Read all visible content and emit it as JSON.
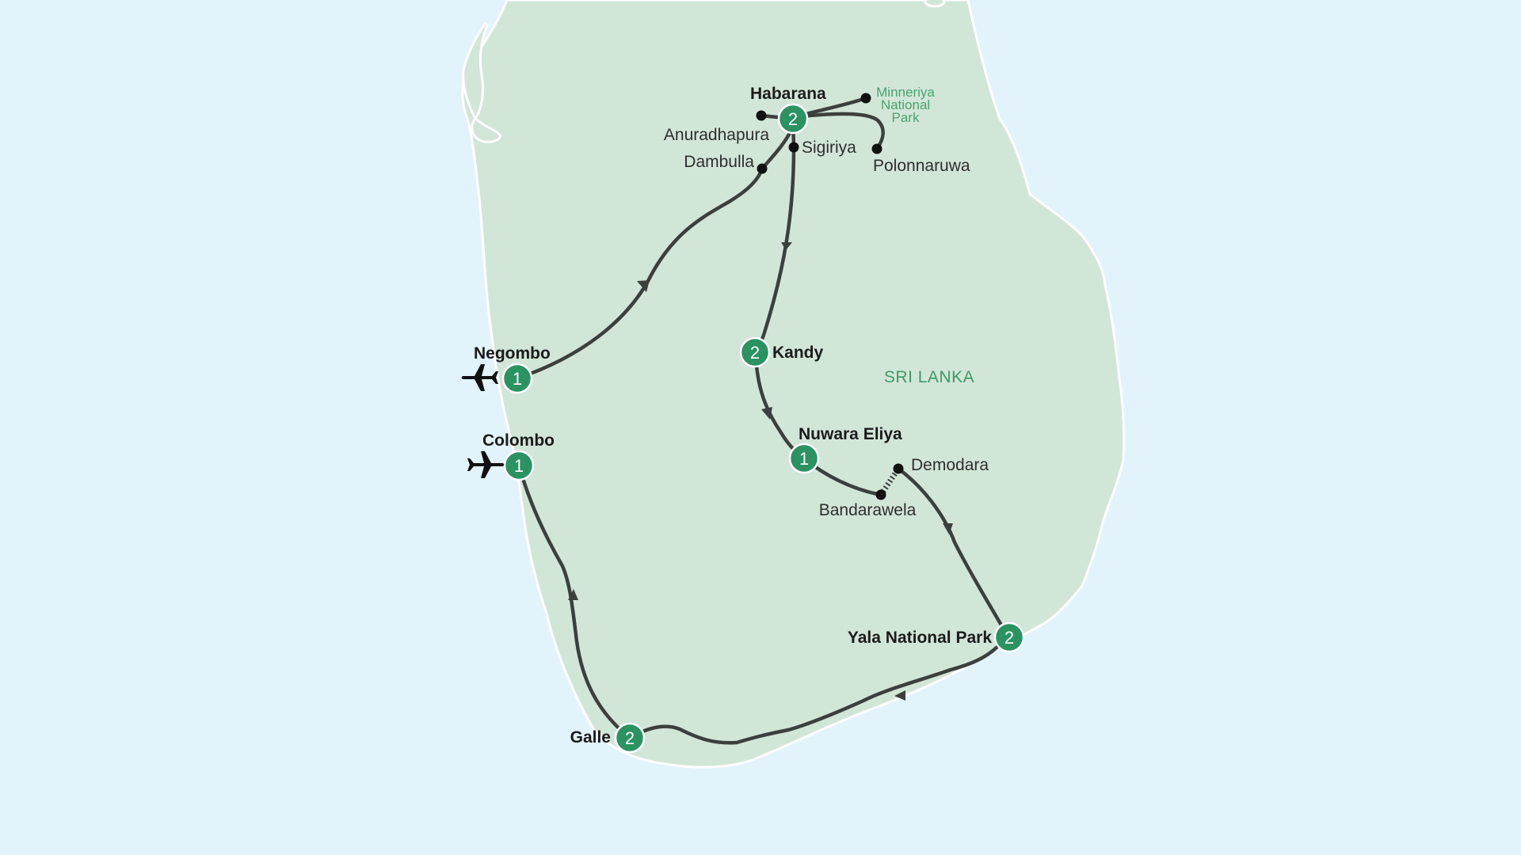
{
  "map": {
    "country_label": "SRI LANKA",
    "colors": {
      "sea": "#e2f3fc",
      "land": "#d2e6d8",
      "route": "#3b403d",
      "badge": "#2a9361",
      "park_text": "#49a36e"
    },
    "overnight_stops": [
      {
        "name": "Negombo",
        "nights": "1",
        "icon": "airplane-arrival-icon"
      },
      {
        "name": "Habarana",
        "nights": "2"
      },
      {
        "name": "Kandy",
        "nights": "2"
      },
      {
        "name": "Nuwara Eliya",
        "nights": "1"
      },
      {
        "name": "Yala National Park",
        "nights": "2"
      },
      {
        "name": "Galle",
        "nights": "2"
      },
      {
        "name": "Colombo",
        "nights": "1",
        "icon": "airplane-departure-icon"
      }
    ],
    "waypoints": {
      "anuradhapura": "Anuradhapura",
      "dambulla": "Dambulla",
      "sigiriya": "Sigiriya",
      "polonnaruwa": "Polonnaruwa",
      "demodara": "Demodara",
      "bandarawela": "Bandarawela"
    },
    "park": {
      "line1": "Minneriya",
      "line2": "National",
      "line3": "Park"
    }
  }
}
